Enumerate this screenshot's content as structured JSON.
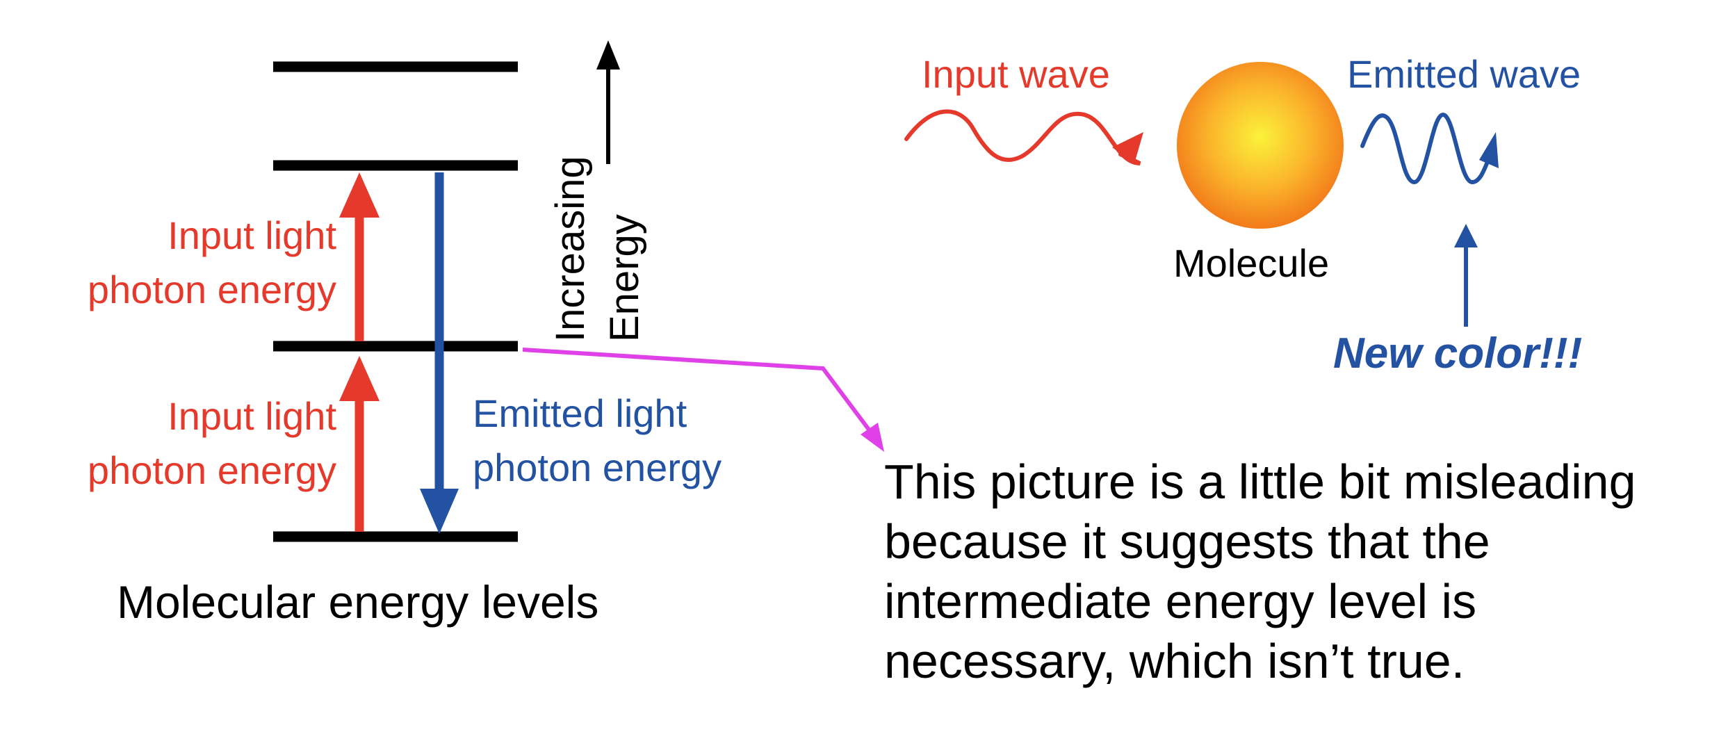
{
  "energy_diagram": {
    "input_label_upper": [
      "Input light",
      "photon energy"
    ],
    "input_label_lower": [
      "Input light",
      "photon energy"
    ],
    "emitted_label": [
      "Emitted light",
      "photon energy"
    ],
    "axis_label": [
      "Increasing",
      "Energy"
    ],
    "caption": "Molecular energy levels",
    "colors": {
      "input": "#e53a2b",
      "emitted": "#2452a3",
      "callout": "#e040e8"
    }
  },
  "molecule_diagram": {
    "input_wave_label": "Input wave",
    "emitted_wave_label": "Emitted wave",
    "molecule_label": "Molecule",
    "new_color_label": "New color!!!"
  },
  "note": "This picture is a little bit misleading because it suggests that the intermediate energy level is necessary, which isn’t true."
}
